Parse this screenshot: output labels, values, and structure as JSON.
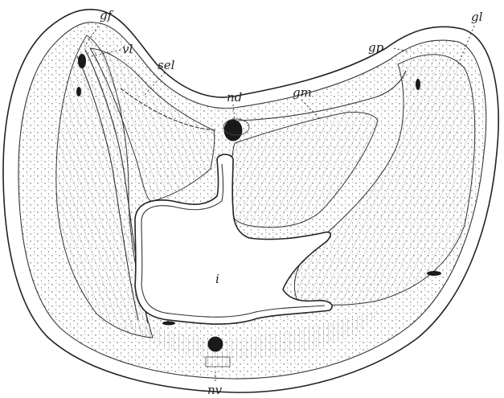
{
  "figure": {
    "labels": {
      "gf": "gf",
      "vl": "vl",
      "sel": "sel",
      "nd": "nd",
      "gm": "gm",
      "gp": "gp",
      "gl": "gl",
      "i": "i",
      "nv": "nv"
    },
    "colors": {
      "ink": "#222222",
      "stipple": "#555555",
      "background": "#ffffff"
    }
  }
}
